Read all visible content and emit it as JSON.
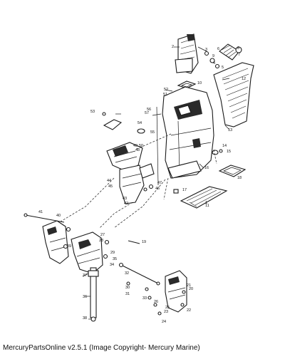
{
  "caption": "MercuryPartsOnline v2.5.1 (Image Copyright- Mercury Marine)",
  "callouts": [
    "1",
    "2",
    "3",
    "4",
    "5",
    "6",
    "7",
    "8",
    "9",
    "10",
    "11",
    "12",
    "13",
    "14",
    "15",
    "16",
    "17",
    "18",
    "19",
    "20",
    "21",
    "22",
    "23",
    "24",
    "25",
    "26",
    "27",
    "28",
    "29",
    "30",
    "31",
    "32",
    "33",
    "34",
    "35",
    "36",
    "37",
    "38",
    "39",
    "40",
    "41",
    "42",
    "43",
    "44",
    "45",
    "46",
    "47",
    "48",
    "49",
    "50",
    "51",
    "52",
    "53",
    "54",
    "55",
    "56",
    "57"
  ]
}
